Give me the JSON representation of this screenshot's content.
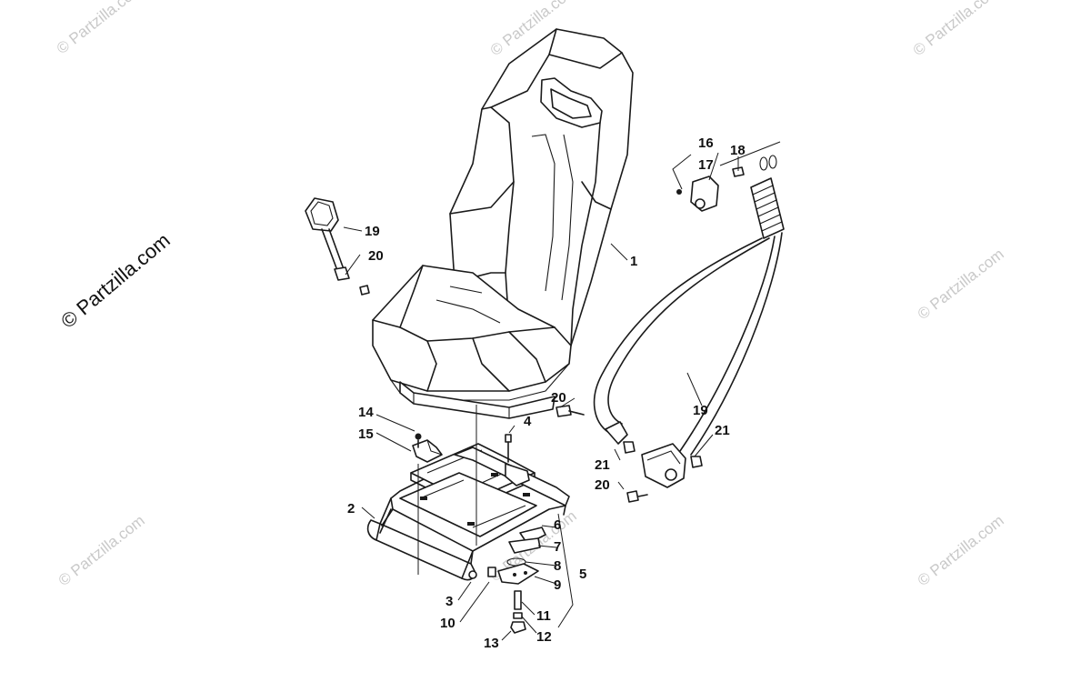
{
  "watermark": {
    "text": "© Partzilla.com"
  },
  "callouts": [
    {
      "id": "c1",
      "label": "1"
    },
    {
      "id": "c2",
      "label": "2"
    },
    {
      "id": "c3",
      "label": "3"
    },
    {
      "id": "c4",
      "label": "4"
    },
    {
      "id": "c5",
      "label": "5"
    },
    {
      "id": "c6",
      "label": "6"
    },
    {
      "id": "c7",
      "label": "7"
    },
    {
      "id": "c8",
      "label": "8"
    },
    {
      "id": "c9",
      "label": "9"
    },
    {
      "id": "c10",
      "label": "10"
    },
    {
      "id": "c11",
      "label": "11"
    },
    {
      "id": "c12",
      "label": "12"
    },
    {
      "id": "c13",
      "label": "13"
    },
    {
      "id": "c14",
      "label": "14"
    },
    {
      "id": "c15",
      "label": "15"
    },
    {
      "id": "c16",
      "label": "16"
    },
    {
      "id": "c17",
      "label": "17"
    },
    {
      "id": "c18",
      "label": "18"
    },
    {
      "id": "c19a",
      "label": "19"
    },
    {
      "id": "c19b",
      "label": "19"
    },
    {
      "id": "c20a",
      "label": "20"
    },
    {
      "id": "c20b",
      "label": "20"
    },
    {
      "id": "c20c",
      "label": "20"
    },
    {
      "id": "c21a",
      "label": "21"
    },
    {
      "id": "c21b",
      "label": "21"
    }
  ]
}
